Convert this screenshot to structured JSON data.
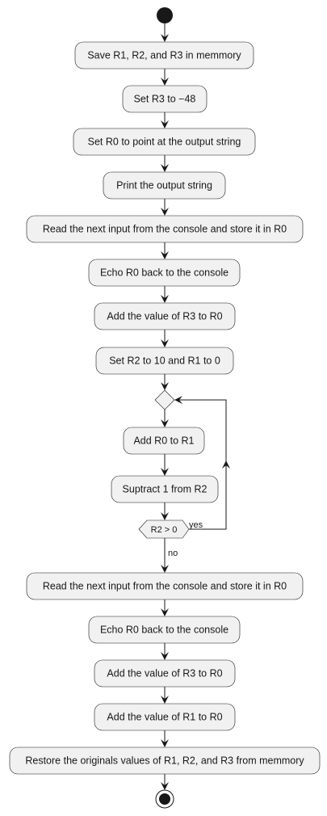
{
  "diagram": {
    "steps_before_loop": [
      "Save R1, R2, and R3 in memmory",
      "Set R3 to −48",
      "Set R0 to point at the output string",
      "Print the output string",
      "Read the next input from the console and store it in R0",
      "Echo R0 back to the console",
      "Add the value of R3 to R0",
      "Set R2 to 10 and R1 to 0"
    ],
    "loop_steps": [
      "Add R0 to R1",
      "Suptract 1 from R2"
    ],
    "loop_condition": "R2 > 0",
    "loop_yes_label": "yes",
    "loop_no_label": "no",
    "steps_after_loop": [
      "Read the next input from the console and store it in R0",
      "Echo R0 back to the console",
      "Add the value of R3 to R0",
      "Add the value of R1 to R0",
      "Restore the originals values of R1, R2, and R3 from memmory"
    ]
  }
}
